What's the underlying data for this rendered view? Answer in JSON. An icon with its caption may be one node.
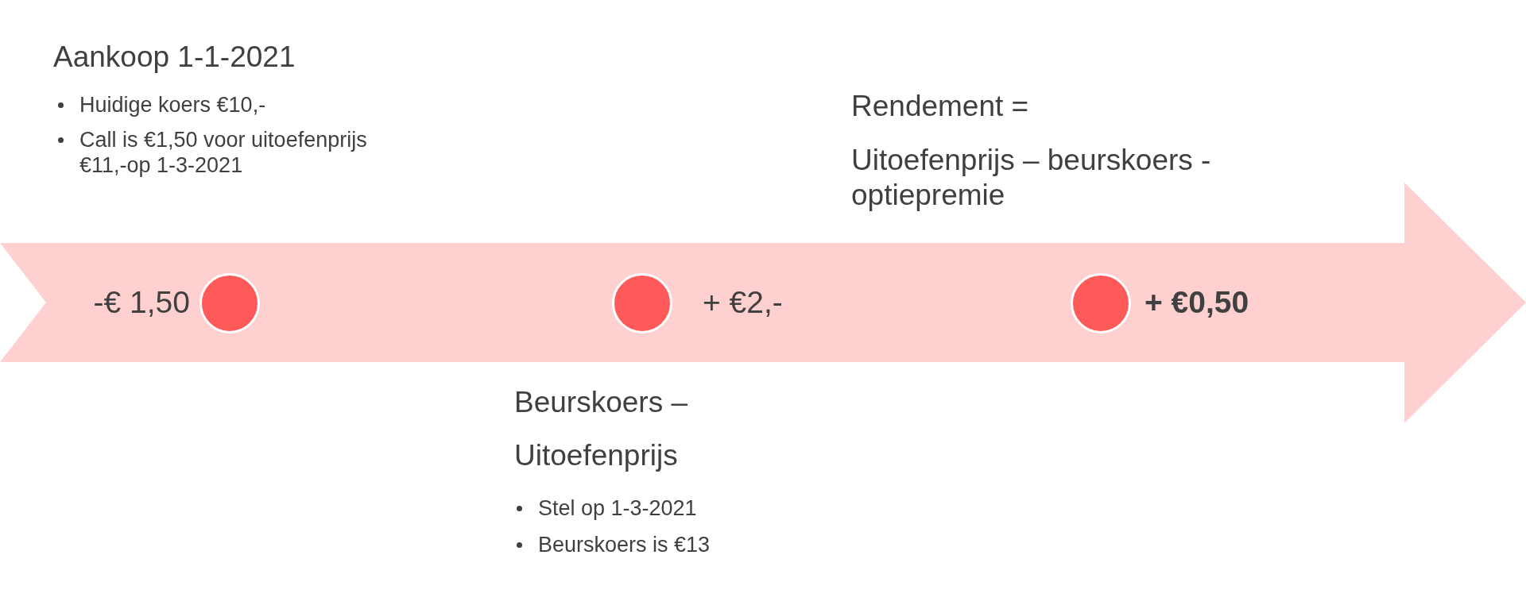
{
  "diagram": {
    "nodes": [
      {
        "text": [],
        "shape": "circle",
        "beside": [
          "-€ 1,50"
        ]
      },
      {
        "text": [],
        "shape": "circle",
        "beside": [
          "+ €2,-"
        ]
      },
      {
        "text": [],
        "shape": "circle",
        "beside": [
          "+ €0,50"
        ]
      }
    ],
    "labels": [
      "Aankoop 1-1-2021",
      "Huidige koers €10,-",
      "Call is €1,50 voor uitoefenprijs €11,-op 1-3-2021",
      "Rendement =",
      "Uitoefenprijs – beurskoers - optiepremie",
      "Beurskoers –",
      "Uitoefenprijs",
      "Stel op 1-3-2021",
      "Beurskoers is €13"
    ]
  }
}
